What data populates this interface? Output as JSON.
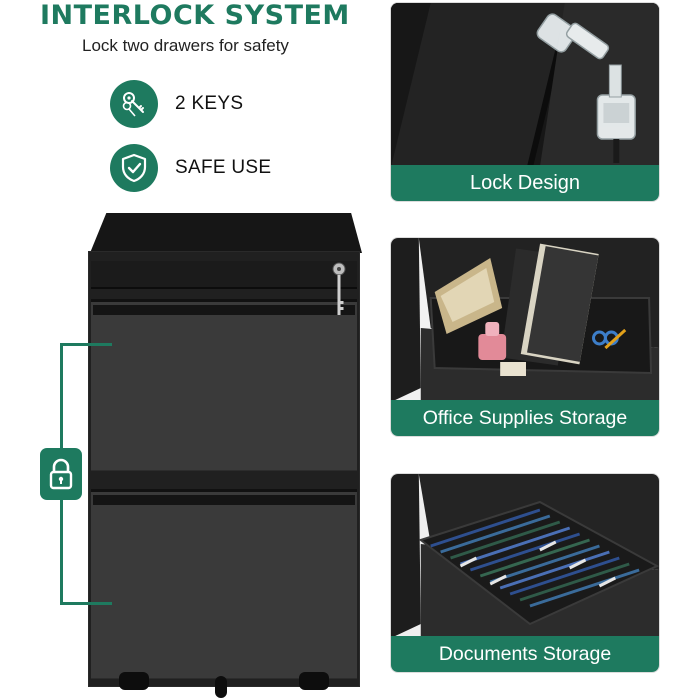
{
  "header": {
    "title": "INTERLOCK SYSTEM",
    "subtitle": "Lock two drawers for safety"
  },
  "features": [
    {
      "icon": "keys-icon",
      "label": "2 KEYS"
    },
    {
      "icon": "shield-check-icon",
      "label": "SAFE USE"
    }
  ],
  "panels": [
    {
      "caption": "Lock Design"
    },
    {
      "caption": "Office Supplies Storage"
    },
    {
      "caption": "Documents Storage"
    }
  ],
  "colors": {
    "accent": "#1e7a5f",
    "cabinet": "#202020",
    "drawer": "#3a3a3a"
  }
}
